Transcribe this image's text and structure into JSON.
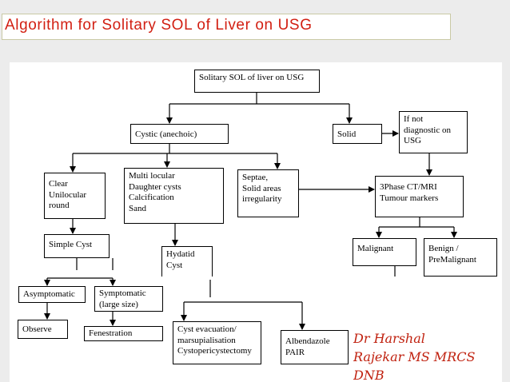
{
  "slide": {
    "title": "Algorithm for Solitary SOL of Liver on USG",
    "author": "Dr Harshal\nRajekar MS MRCS\nDNB"
  },
  "nodes": {
    "root": "Solitary SOL of liver on USG",
    "cystic": "Cystic (anechoic)",
    "solid": "Solid",
    "if_not": "If not\ndiagnostic on\nUSG",
    "clear": "Clear\nUnilocular\nround",
    "multi": "Multi locular\nDaughter cysts\nCalcification\nSand",
    "septae": "Septae,\nSolid areas\nirregularity",
    "ctmri": "3Phase CT/MRI\nTumour markers",
    "simple_cyst": "Simple Cyst",
    "hydatid": "Hydatid\nCyst",
    "malignant": "Malignant",
    "benign": "Benign /\nPreMalignant",
    "asymptomatic": "Asymptomatic",
    "symptomatic": "Symptomatic\n(large size)",
    "observe": "Observe",
    "fenestration": "Fenestration",
    "cyst_evac": "Cyst evacuation/\nmarsupialisation\nCystopericystectomy",
    "albendazole": "Albendazole\nPAIR"
  }
}
